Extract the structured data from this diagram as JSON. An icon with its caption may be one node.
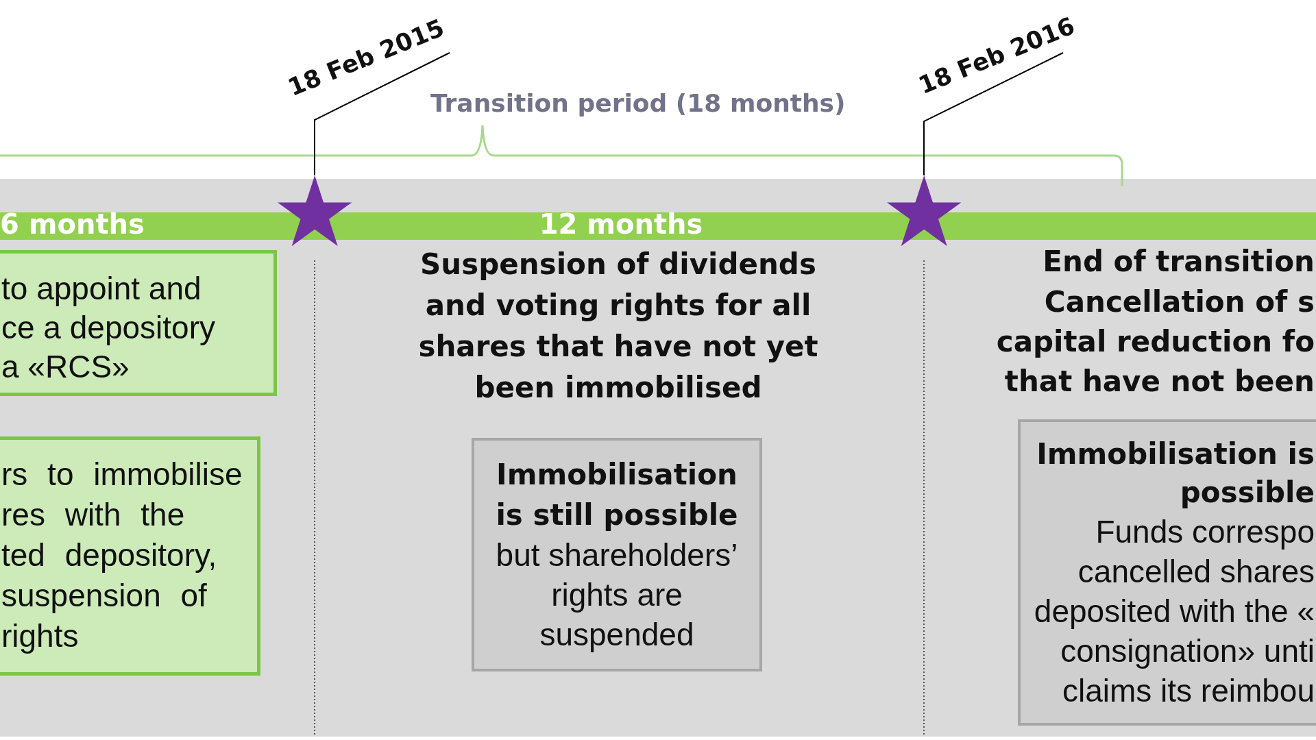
{
  "diagram": {
    "nodes": [
      {
        "text": [
          "18 Feb 2015"
        ]
      },
      {
        "text": [
          "18 Feb 2016"
        ]
      },
      {
        "text": [],
        "shape": "star"
      },
      {
        "text": [],
        "shape": "star"
      },
      {
        "text": [
          "6 months",
          "12 months"
        ]
      },
      {
        "text": [
          "to appoint and ce a depository a «RCS»"
        ]
      },
      {
        "text": [
          "rs to immobilise res with the ted depository, suspension of rights"
        ]
      },
      {
        "text": [
          "Immobilisation is still possible",
          "but shareholders’ rights are suspended"
        ]
      },
      {
        "text": [
          "Immobilisation is possible",
          "Funds correspo cancelled shares deposited with the « consignation» unti claims its reimbou"
        ]
      }
    ],
    "edges": [
      {
        "from": 0,
        "to": 2,
        "arrow": "none"
      },
      {
        "from": 1,
        "to": 3,
        "arrow": "none"
      }
    ],
    "labels": [
      "Transition period (18 months)",
      "Suspension of dividends and voting rights for all shares that have not yet been immobilised",
      "End of transition",
      "Cancellation of s capital reduction fo that have not been"
    ]
  }
}
